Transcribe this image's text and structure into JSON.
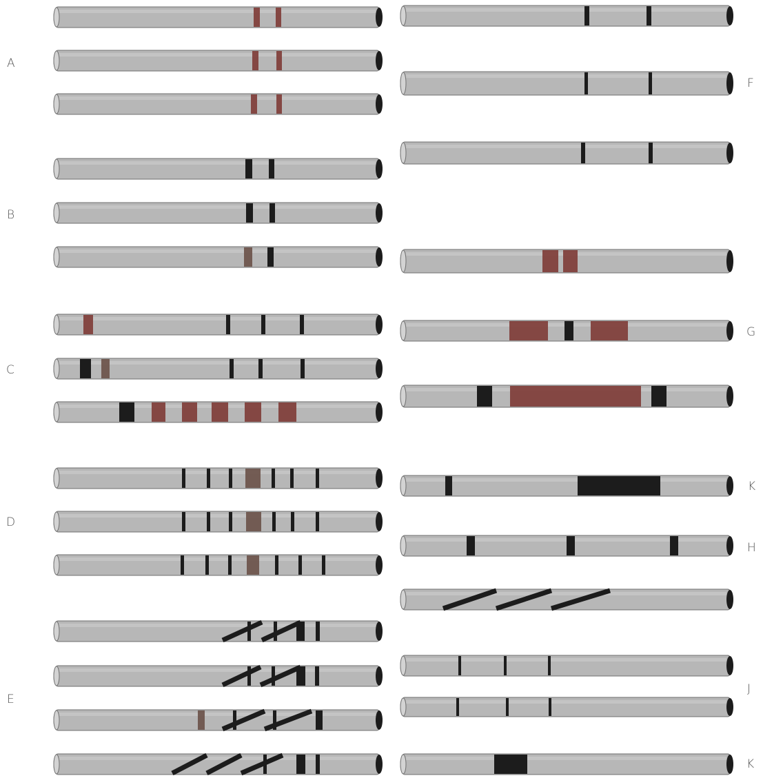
{
  "plate": {
    "shaft_color": "#b7b7b7",
    "shaft_edge_color": "#6f6f6f",
    "band_dark": "#1c1c1c",
    "band_red": "#7e3b36",
    "band_brown": "#6a5148"
  },
  "groups": [
    {
      "id": "A",
      "label": "A"
    },
    {
      "id": "B",
      "label": "B"
    },
    {
      "id": "C",
      "label": "C"
    },
    {
      "id": "D",
      "label": "D"
    },
    {
      "id": "E",
      "label": "E"
    },
    {
      "id": "F",
      "label": "F"
    },
    {
      "id": "G",
      "label": "G"
    },
    {
      "id": "H",
      "label": "H"
    },
    {
      "id": "I",
      "label": "-"
    },
    {
      "id": "J",
      "label": "J"
    },
    {
      "id": "K",
      "label": "K"
    }
  ]
}
